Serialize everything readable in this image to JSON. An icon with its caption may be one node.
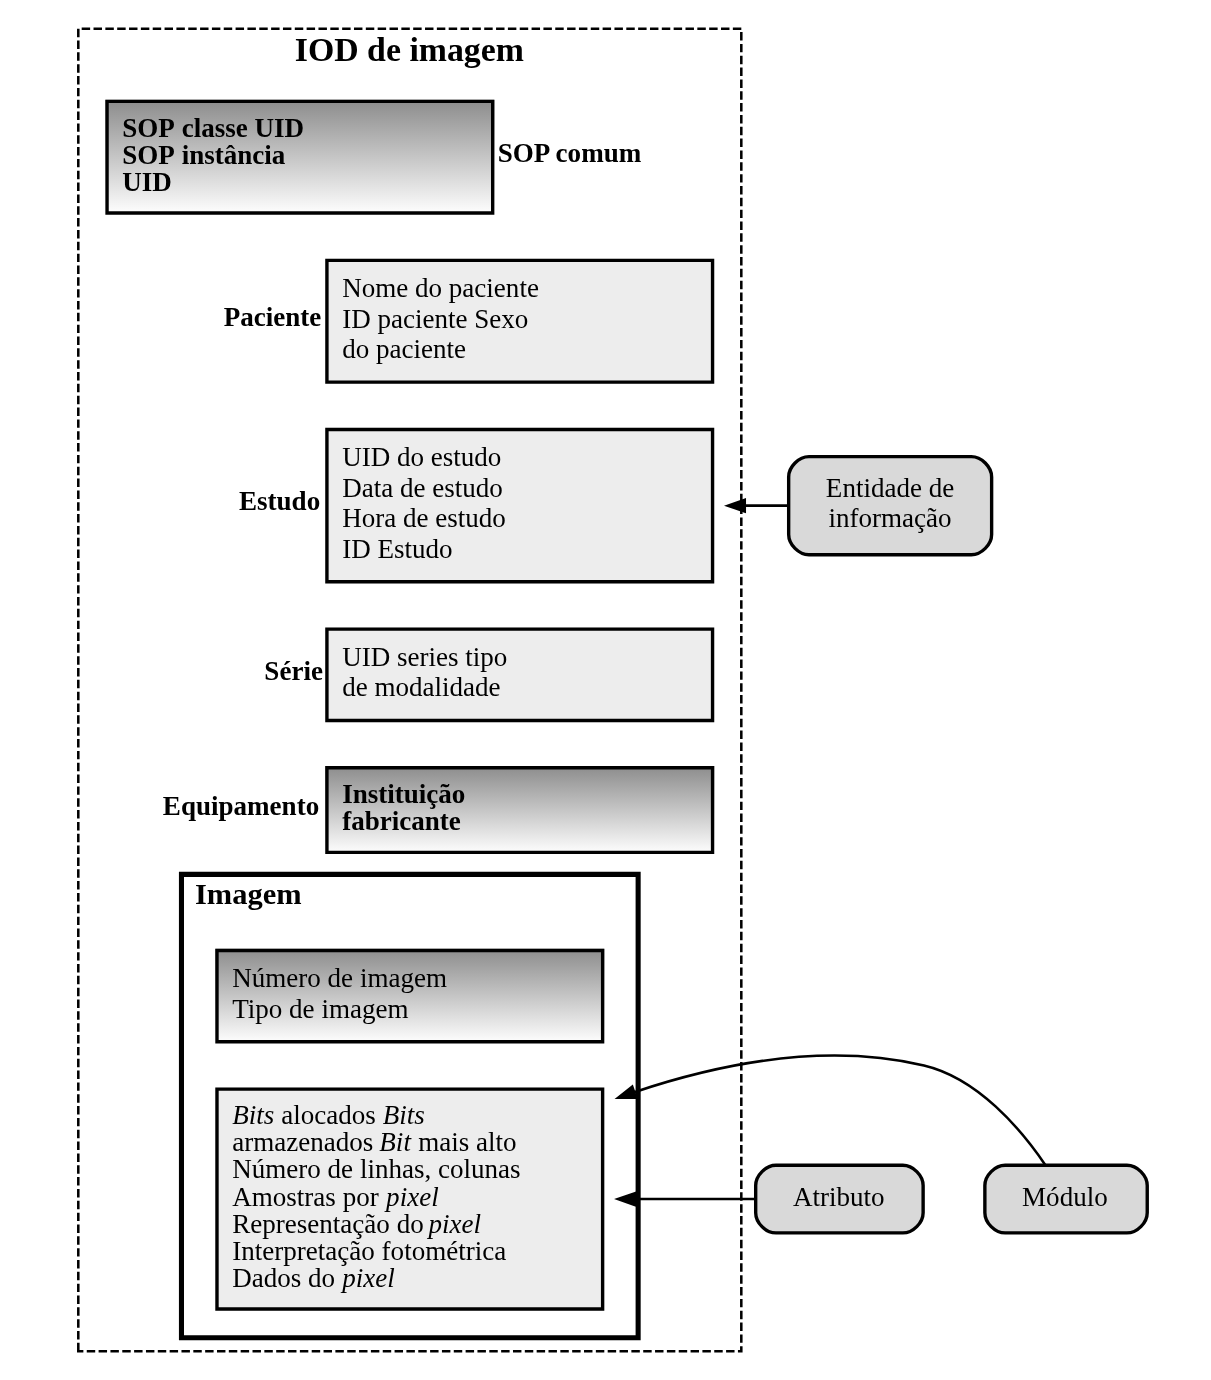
{
  "diagram": {
    "nodes": [
      {
        "text": [
          "IOD de imagem"
        ]
      },
      {
        "text": [
          "SOP classe UID SOP instância UID",
          "SOP comum"
        ],
        "in": 0
      },
      {
        "text": [
          "Paciente",
          "Nome do paciente ID paciente Sexo do paciente"
        ],
        "in": 0
      },
      {
        "text": [
          "Estudo",
          "UID do estudo Data de estudo Hora de estudo ID Estudo"
        ],
        "in": 0
      },
      {
        "text": [
          "Série",
          "UID series tipo de modalidade"
        ],
        "in": 0
      },
      {
        "text": [
          "Equipamento",
          "Instituição fabricante"
        ],
        "in": 0
      },
      {
        "text": [
          "Imagem"
        ],
        "in": 0
      },
      {
        "text": [
          "Número de imagem Tipo de imagem"
        ],
        "in": 6
      },
      {
        "text": [
          "*Bits* alocados *Bits* armazenados *Bit* mais alto Número de linhas, colunas Amostras por *pixel* Representação do *pixel* Interpretação fotométrica Dados do *pixel*"
        ],
        "in": 6
      },
      {
        "text": [
          "Entidade de informação"
        ]
      },
      {
        "text": [
          "Atributo"
        ]
      },
      {
        "text": [
          "Módulo"
        ]
      }
    ],
    "edges": [
      {
        "from": 9,
        "to": 3,
        "arrow": "to"
      },
      {
        "from": 10,
        "to": 8,
        "arrow": "to"
      },
      {
        "from": 11,
        "to": 8,
        "arrow": "to"
      }
    ]
  }
}
